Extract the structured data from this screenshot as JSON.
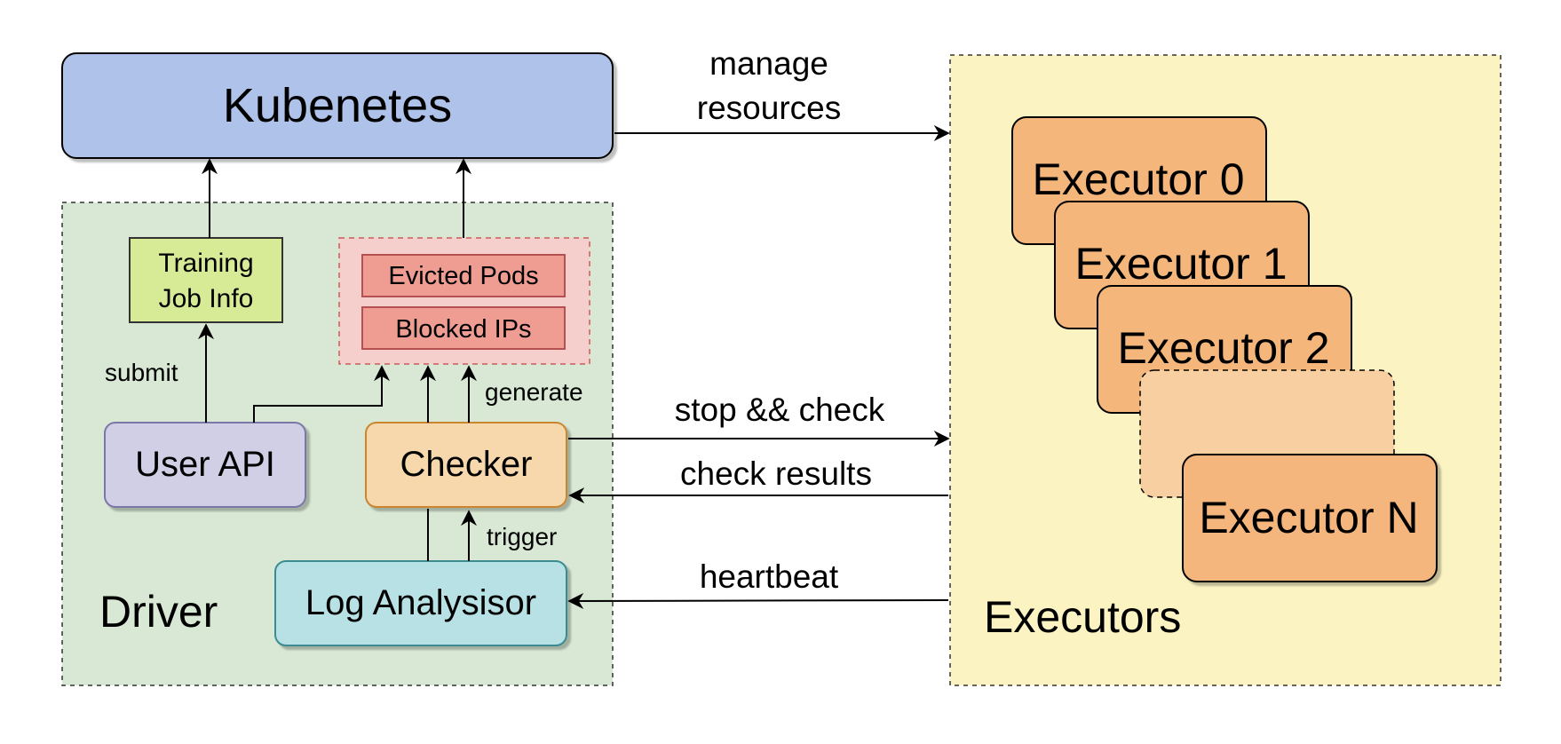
{
  "kubernetes": {
    "label": "Kubenetes"
  },
  "driver": {
    "label": "Driver",
    "training_job_info": {
      "line1": "Training",
      "line2": "Job Info"
    },
    "evicted_pods": "Evicted Pods",
    "blocked_ips": "Blocked IPs",
    "user_api": "User API",
    "checker": "Checker",
    "log_analysisor": "Log Analysisor",
    "edge_submit": "submit",
    "edge_generate": "generate",
    "edge_trigger": "trigger"
  },
  "executors": {
    "label": "Executors",
    "items": [
      "Executor 0",
      "Executor 1",
      "Executor 2",
      "Executor N"
    ]
  },
  "edges": {
    "manage_line1": "manage",
    "manage_line2": "resources",
    "stop_check": "stop && check",
    "check_results": "check results",
    "heartbeat": "heartbeat"
  },
  "colors": {
    "kubernetes_fill": "#aec2ea",
    "driver_fill": "#d8e8d4",
    "executors_fill": "#fcf3c3",
    "training_fill": "#d7eb96",
    "evicted_group_fill": "#f4cfcb",
    "evicted_fill": "#ef9c92",
    "user_api_fill": "#d0cfe6",
    "checker_fill": "#f7d8ad",
    "log_fill": "#b7e1e5",
    "executor_fill": "#f4b67b",
    "executor_ghost_fill": "#f7cfa1"
  }
}
